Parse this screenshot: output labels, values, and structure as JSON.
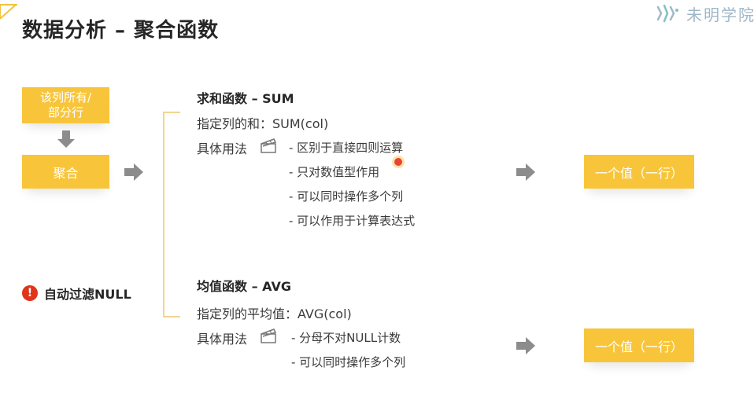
{
  "title": "数据分析 – 聚合函数",
  "brand": {
    "text": "未明学院",
    "icon": "brand-logo-icon"
  },
  "flow": {
    "source_label_line1": "该列所有/",
    "source_label_line2": "部分行",
    "aggregate_label": "聚合"
  },
  "note": {
    "icon": "exclamation-circle-icon",
    "text": "自动过滤NULL"
  },
  "sum_section": {
    "title": "求和函数 – SUM",
    "definition": "指定列的和：SUM(col)",
    "usage_label": "具体用法",
    "usage_icon": "clapperboard-icon",
    "bullets": [
      "- 区别于直接四则运算",
      "- 只对数值型作用",
      "- 可以同时操作多个列",
      "- 可以作用于计算表达式"
    ],
    "result": "一个值（一行）"
  },
  "avg_section": {
    "title": "均值函数 – AVG",
    "definition": "指定列的平均值：AVG(col)",
    "usage_label": "具体用法",
    "usage_icon": "clapperboard-icon",
    "bullets": [
      "- 分母不对NULL计数",
      "- 可以同时操作多个列"
    ],
    "result": "一个值（一行）"
  },
  "colors": {
    "accent_yellow": "#f8c53a",
    "warning_red": "#e0341b",
    "arrow_gray": "#8c8c8c"
  }
}
